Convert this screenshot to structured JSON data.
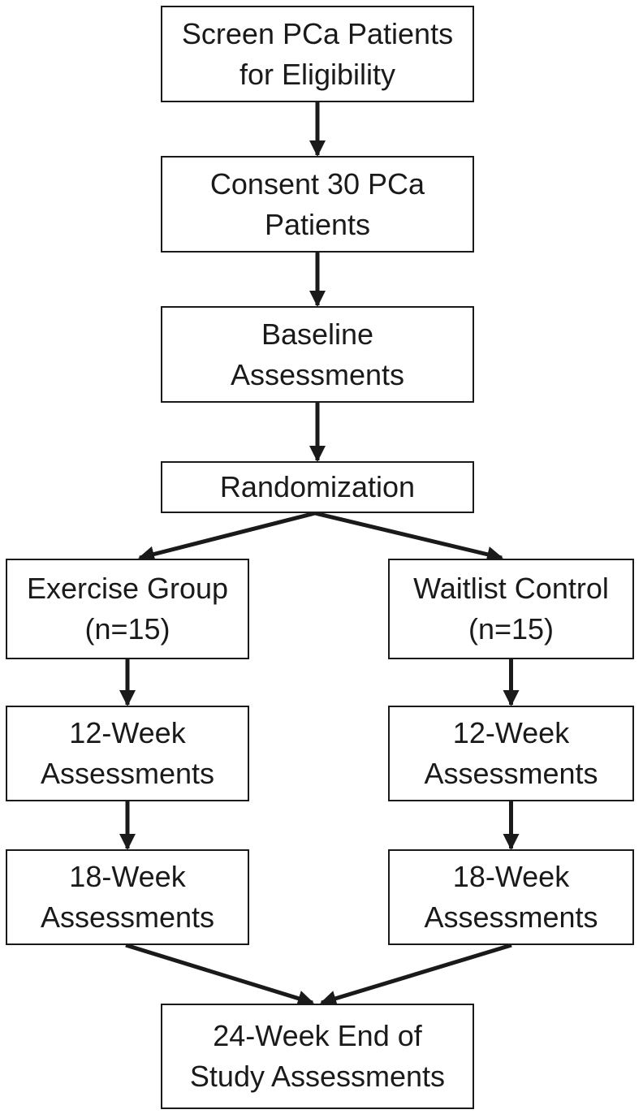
{
  "diagram": {
    "nodes": {
      "screen": {
        "lines": [
          "Screen PCa Patients",
          "for Eligibility"
        ]
      },
      "consent": {
        "lines": [
          "Consent 30 PCa",
          "Patients"
        ]
      },
      "baseline": {
        "lines": [
          "Baseline",
          "Assessments"
        ]
      },
      "random": {
        "lines": [
          "Randomization"
        ]
      },
      "exercise": {
        "lines": [
          "Exercise Group",
          "(n=15)"
        ]
      },
      "waitlist": {
        "lines": [
          "Waitlist Control",
          "(n=15)"
        ]
      },
      "ex12": {
        "lines": [
          "12-Week",
          "Assessments"
        ]
      },
      "wl12": {
        "lines": [
          "12-Week",
          "Assessments"
        ]
      },
      "ex18": {
        "lines": [
          "18-Week",
          "Assessments"
        ]
      },
      "wl18": {
        "lines": [
          "18-Week",
          "Assessments"
        ]
      },
      "end": {
        "lines": [
          "24-Week End of",
          "Study Assessments"
        ]
      }
    },
    "edges": [
      {
        "from": "screen",
        "to": "consent"
      },
      {
        "from": "consent",
        "to": "baseline"
      },
      {
        "from": "baseline",
        "to": "random"
      },
      {
        "from": "random",
        "to": "exercise"
      },
      {
        "from": "random",
        "to": "waitlist"
      },
      {
        "from": "exercise",
        "to": "ex12"
      },
      {
        "from": "waitlist",
        "to": "wl12"
      },
      {
        "from": "ex12",
        "to": "ex18"
      },
      {
        "from": "wl12",
        "to": "wl18"
      },
      {
        "from": "ex18",
        "to": "end"
      },
      {
        "from": "wl18",
        "to": "end"
      }
    ],
    "colors": {
      "stroke": "#1a1a1a",
      "fill": "#ffffff"
    }
  }
}
